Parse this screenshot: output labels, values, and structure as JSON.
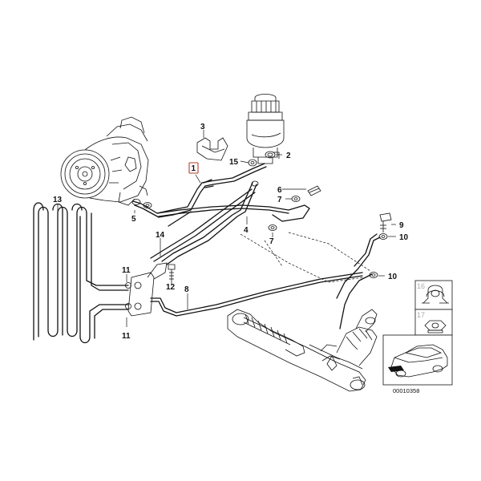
{
  "diagram": {
    "highlight_color": "#c0392b",
    "labels": {
      "p1": "1",
      "p2": "2",
      "p3": "3",
      "p4": "4",
      "p5": "5",
      "p6": "6",
      "p7a": "7",
      "p7b": "7",
      "p8": "8",
      "p9": "9",
      "p10a": "10",
      "p10b": "10",
      "p11a": "11",
      "p11b": "11",
      "p12": "12",
      "p13": "13",
      "p14": "14",
      "p15": "15",
      "p16": "16",
      "p17": "17"
    },
    "drawing_code": "00010358"
  }
}
